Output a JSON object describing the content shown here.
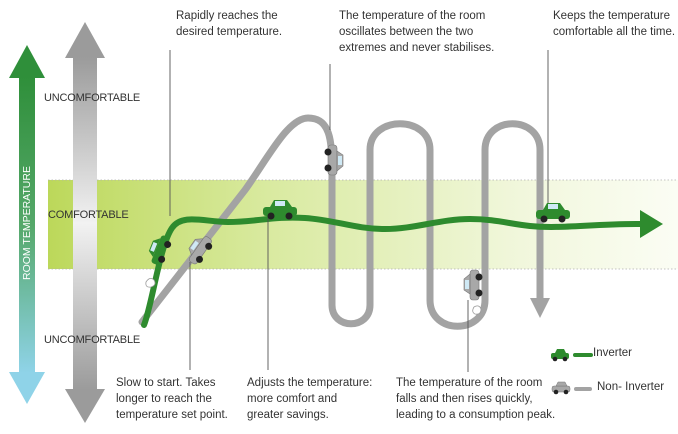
{
  "axis": {
    "vertical_label": "ROOM TEMPERATURE",
    "top_zone": "UNCOMFORTABLE",
    "middle_zone": "COMFORTABLE",
    "bottom_zone": "UNCOMFORTABLE"
  },
  "annotations": {
    "rapidly": "Rapidly reaches the\ndesired temperature.",
    "oscillates": "The temperature of the room\noscillates between the two\nextremes and never stabilises.",
    "keeps": "Keeps the temperature\ncomfortable all the time.",
    "slow": "Slow to start. Takes\nlonger to reach the\ntemperature set point.",
    "adjusts": "Adjusts the temperature:\nmore comfort and\ngreater savings.",
    "falls": "The temperature of the room\nfalls and then rises quickly,\nleading to a consumption peak."
  },
  "legend": {
    "inverter": "Inverter",
    "non_inverter": "Non- Inverter"
  },
  "colors": {
    "inverter_green": "#2e8b2e",
    "non_inverter_gray": "#a3a3a3",
    "comfort_band": "#c8df6a",
    "axis_green": "#3a9a3a",
    "axis_blue": "#8fd0e6",
    "axis_gray": "#9a9a9a"
  }
}
